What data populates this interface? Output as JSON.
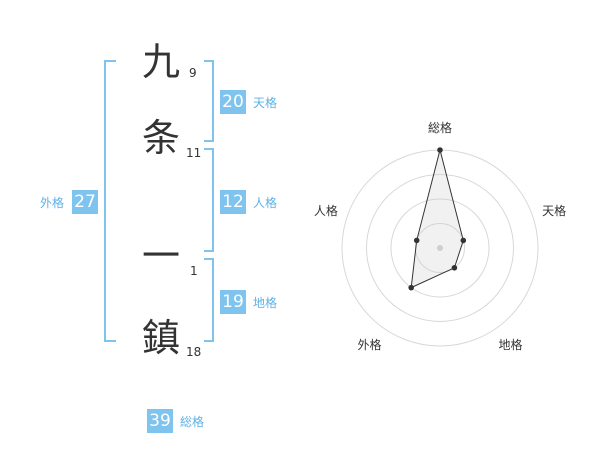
{
  "name": {
    "characters": [
      {
        "char": "九",
        "strokes": "9"
      },
      {
        "char": "条",
        "strokes": "11"
      },
      {
        "char": "一",
        "strokes": "1"
      },
      {
        "char": "鎮",
        "strokes": "18"
      }
    ]
  },
  "fortune": {
    "tenkaku": {
      "value": "20",
      "label": "天格"
    },
    "jinkaku": {
      "value": "12",
      "label": "人格"
    },
    "chikaku": {
      "value": "19",
      "label": "地格"
    },
    "gaikaku": {
      "value": "27",
      "label": "外格"
    },
    "soukaku": {
      "value": "39",
      "label": "総格"
    }
  },
  "colors": {
    "accent": "#7fc4ef",
    "accent_text": "#5fb1e6",
    "grid": "#d8d8d8",
    "mark": "#333333"
  },
  "chart_data": {
    "type": "radar",
    "axes": [
      "総格",
      "天格",
      "地格",
      "外格",
      "人格"
    ],
    "rings": 4,
    "values": [
      4,
      1,
      1,
      2,
      1
    ]
  }
}
